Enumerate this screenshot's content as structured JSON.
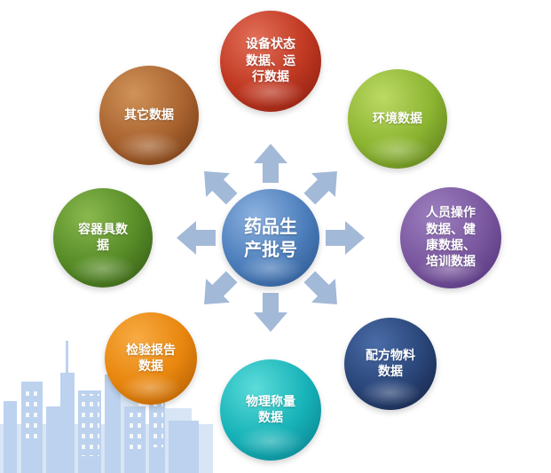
{
  "diagram": {
    "type": "radial-hub-spoke",
    "center": {
      "label": "药品生产批号",
      "color": "#4d7fbc"
    },
    "nodes": [
      {
        "id": "equipment-status",
        "label": "设备状态数据、运行数据",
        "color": "#c23a23",
        "position": "top"
      },
      {
        "id": "environment",
        "label": "环境数据",
        "color": "#8cb531",
        "position": "top-right"
      },
      {
        "id": "personnel",
        "label": "人员操作数据、健康数据、培训数据",
        "color": "#7a579f",
        "position": "right"
      },
      {
        "id": "formula-material",
        "label": "配方物料数据",
        "color": "#2a4679",
        "position": "bottom-right"
      },
      {
        "id": "physical-weighing",
        "label": "物理称量数据",
        "color": "#17b3b8",
        "position": "bottom"
      },
      {
        "id": "inspection-report",
        "label": "检验报告数据",
        "color": "#e8860e",
        "position": "bottom-left"
      },
      {
        "id": "container-tool",
        "label": "容器具数据",
        "color": "#578c27",
        "position": "left"
      },
      {
        "id": "other-data",
        "label": "其它数据",
        "color": "#a96330",
        "position": "top-left"
      }
    ],
    "arrow_color": "#a3b9d8",
    "skyline_color": "#bcd2ee"
  }
}
